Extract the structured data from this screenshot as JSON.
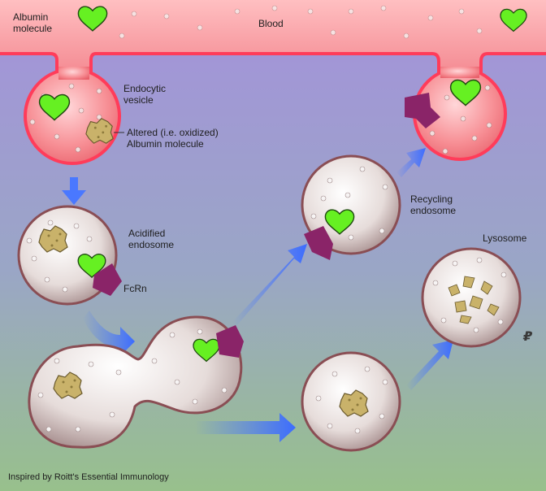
{
  "labels": {
    "albumin_molecule": [
      "Albumin",
      "molecule"
    ],
    "blood": "Blood",
    "endocytic_vesicle": [
      "Endocytic",
      "vesicle"
    ],
    "altered_albumin": [
      "Altered (i.e. oxidized)",
      "Albumin molecule"
    ],
    "acidified_endosome": [
      "Acidified",
      "endosome"
    ],
    "fcrn": "FcRn",
    "recycling_endosome": [
      "Recycling",
      "endosome"
    ],
    "lysosome": "Lysosome"
  },
  "credit": "Inspired by Roitt's Essential Immunology",
  "signature": "₽",
  "colors": {
    "blood": "#f4a0a4",
    "blood_edge": "#ff3c5a",
    "albumin": "#66f022",
    "altered_albumin": "#c6b068",
    "fcrn": "#8a2468",
    "arrow": "#4a78ff",
    "endosome_fill": "#f6f0ef",
    "endosome_edge": "#8a4e54",
    "background_top": "#9d8fdc",
    "background_bottom": "#97be8f"
  }
}
